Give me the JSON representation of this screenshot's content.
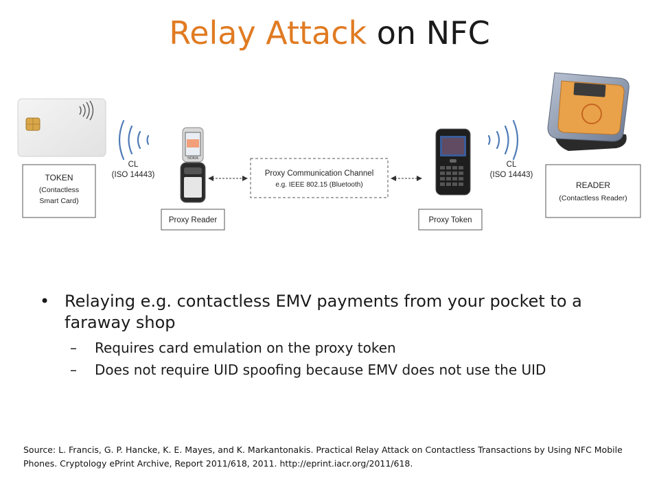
{
  "title": {
    "accent": "Relay Attack",
    "rest": " on NFC"
  },
  "colors": {
    "accent": "#e07b22"
  },
  "diagram": {
    "token_box": {
      "line1": "TOKEN",
      "line2": "(Contactless",
      "line3": "Smart Card)"
    },
    "cl_left": {
      "line1": "CL",
      "line2": "(ISO 14443)"
    },
    "proxy_reader": "Proxy Reader",
    "channel": {
      "line1": "Proxy Communication Channel",
      "line2": "e.g. IEEE 802.15 (Bluetooth)"
    },
    "proxy_token": "Proxy Token",
    "cl_right": {
      "line1": "CL",
      "line2": "(ISO 14443)"
    },
    "reader_box": {
      "line1": "READER",
      "line2": "(Contactless Reader)"
    },
    "phone_brand": "NOKIA",
    "icons": [
      "smart-card-icon",
      "contactless-symbol-icon",
      "radio-waves-icon",
      "nokia-phone-icon",
      "blackberry-phone-icon",
      "card-reader-terminal-icon",
      "double-arrow-icon"
    ]
  },
  "bullets": {
    "main": "Relaying e.g. contactless EMV payments from your pocket to a faraway shop",
    "subs": [
      "Requires card emulation on the proxy token",
      "Does not require UID spoofing because EMV does not use the UID"
    ]
  },
  "source": "Source: L. Francis, G. P. Hancke, K. E. Mayes, and K. Markantonakis. Practical Relay Attack on Contactless Transactions by Using NFC Mobile Phones. Cryptology ePrint Archive, Report 2011/618, 2011. http://eprint.iacr.org/2011/618."
}
